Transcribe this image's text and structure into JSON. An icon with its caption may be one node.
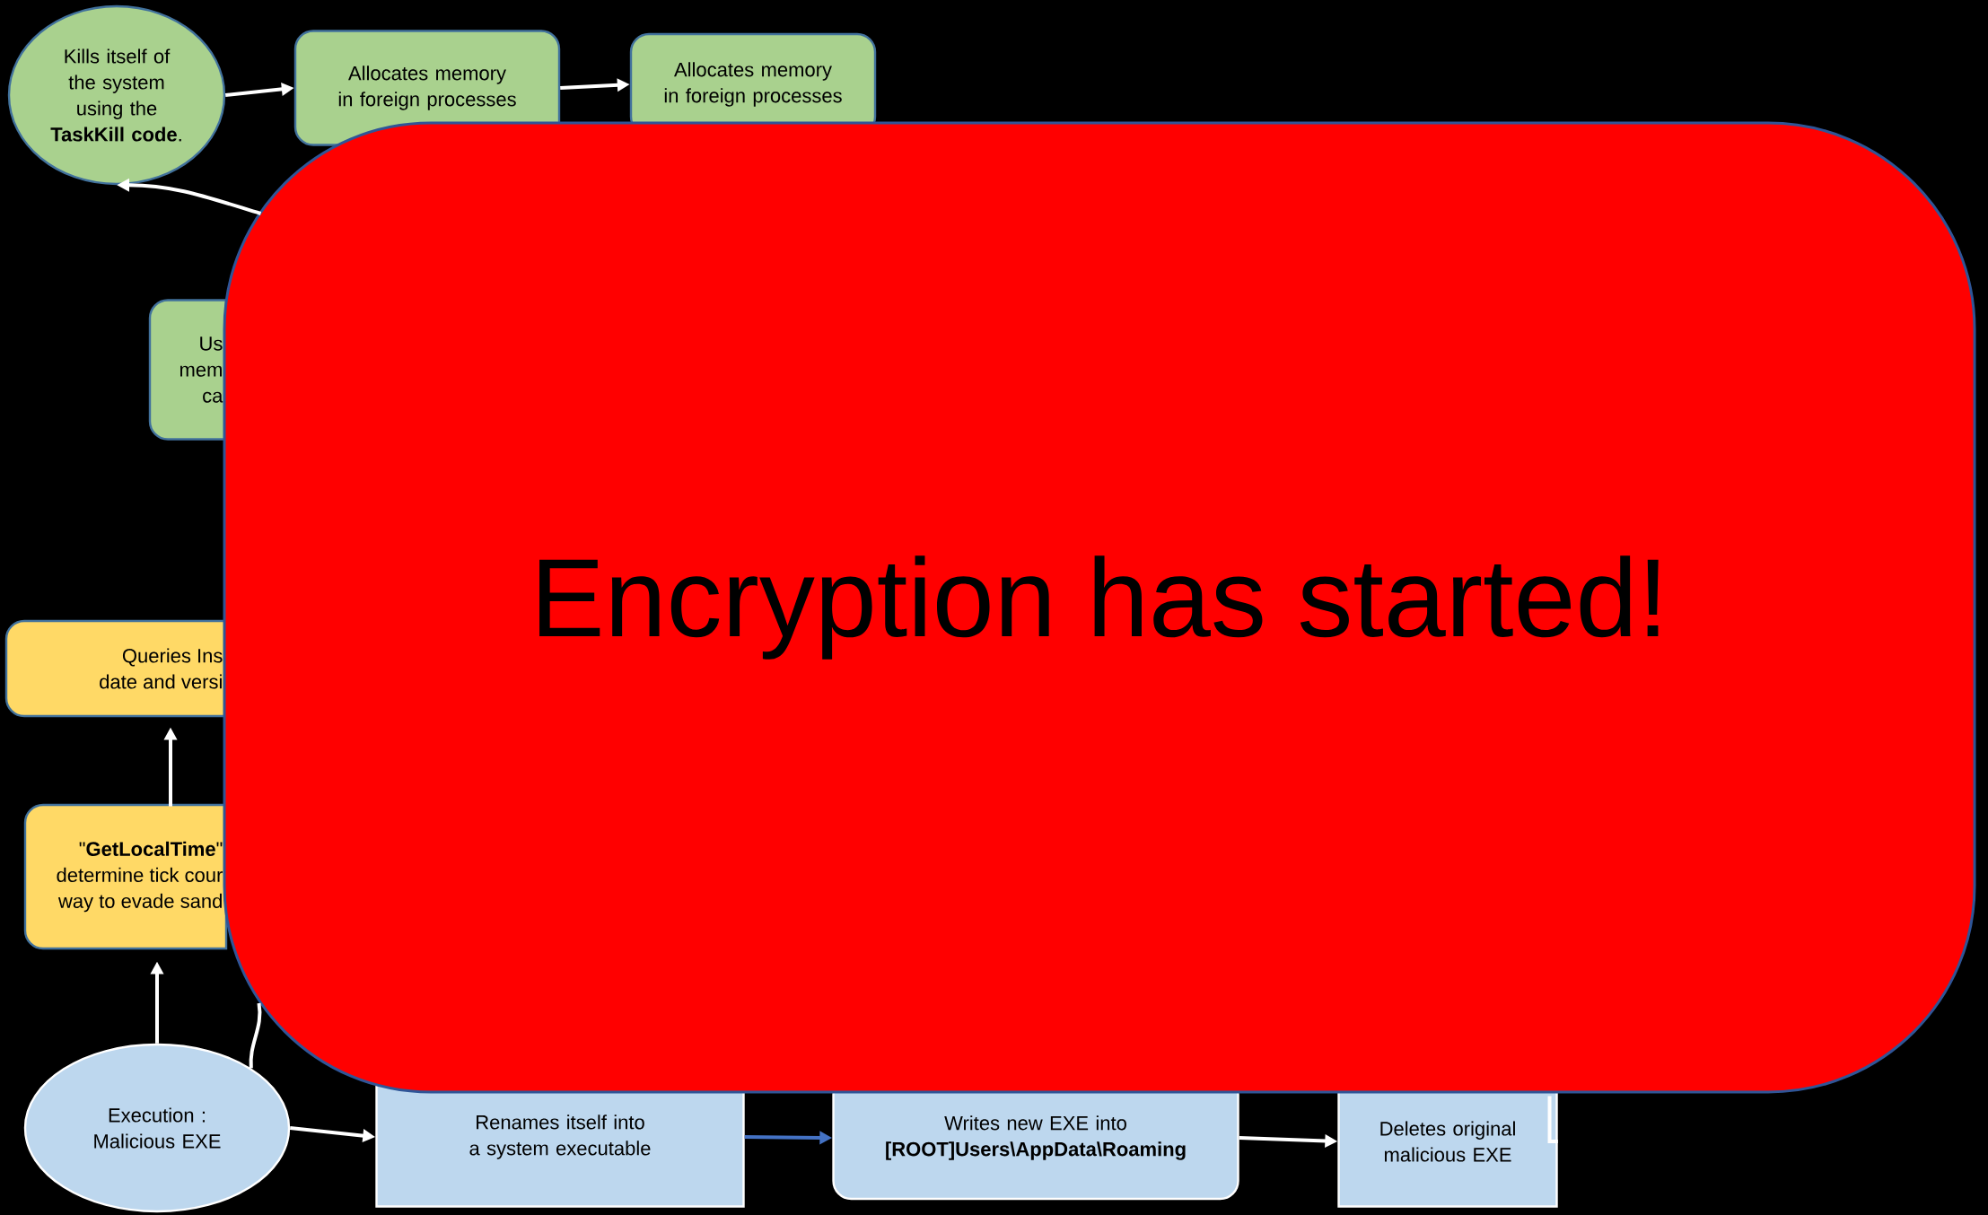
{
  "diagram": {
    "nodes": [
      {
        "text": [
          "Kills itself of the system using the **TaskKill code**."
        ]
      },
      {
        "text": [
          "Allocates memory in foreign processes"
        ]
      },
      {
        "text": [
          "Allocates memory in foreign processes"
        ]
      },
      {
        "text": [
          "Us mem ca"
        ]
      },
      {
        "text": [
          "Queries Ins date and versi"
        ]
      },
      {
        "text": [
          "\"**GetLocalTime**\" determine tick cour way to evade sand"
        ]
      },
      {
        "text": [
          "Execution : Malicious EXE"
        ]
      },
      {
        "text": [
          "Renames itself into a system executable"
        ]
      },
      {
        "text": [
          "Writes new EXE into **[ROOT]Users\\AppData\\Roaming**"
        ]
      },
      {
        "text": [
          "Deletes original malicious EXE"
        ]
      },
      {
        "text": [
          "Encryption has started!"
        ]
      }
    ],
    "edges": [
      {
        "from": 0,
        "to": 1,
        "arrow": "to"
      },
      {
        "from": 1,
        "to": 2,
        "arrow": "to"
      },
      {
        "from": 10,
        "to": 0,
        "arrow": "to"
      },
      {
        "from": 5,
        "to": 4,
        "arrow": "to"
      },
      {
        "from": 6,
        "to": 5,
        "arrow": "to"
      },
      {
        "from": 6,
        "to": 10,
        "arrow": "none"
      },
      {
        "from": 6,
        "to": 7,
        "arrow": "to"
      },
      {
        "from": 7,
        "to": 8,
        "arrow": "to",
        "color": "#4472c4"
      },
      {
        "from": 8,
        "to": 9,
        "arrow": "to"
      },
      {
        "from": 10,
        "to": 9,
        "arrow": "none"
      }
    ]
  }
}
